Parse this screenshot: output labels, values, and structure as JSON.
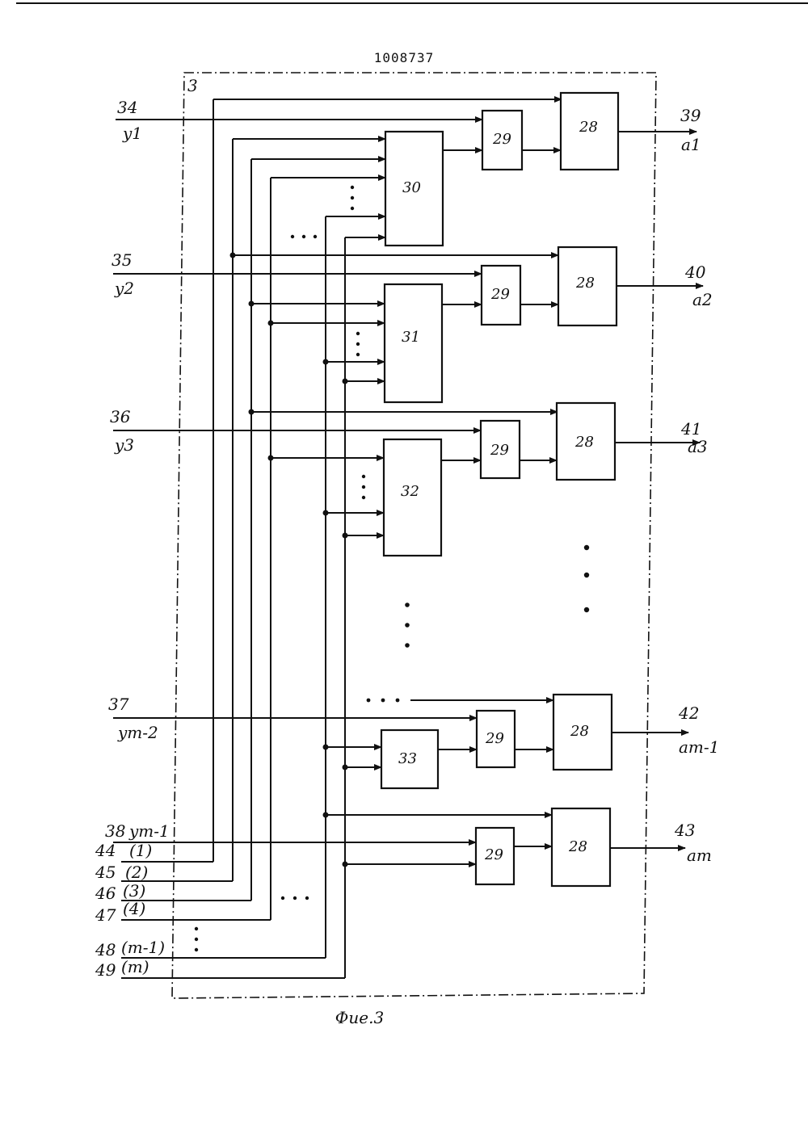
{
  "header": {
    "patent_number": "1008737"
  },
  "frame": {
    "label": "3"
  },
  "blocks": {
    "b28": "28",
    "b29": "29",
    "b30": "30",
    "b31": "31",
    "b32": "32",
    "b33": "33"
  },
  "inputs": [
    {
      "num": "34",
      "sym": "y1"
    },
    {
      "num": "35",
      "sym": "y2"
    },
    {
      "num": "36",
      "sym": "y3"
    },
    {
      "num": "37",
      "sym": "ym-2"
    },
    {
      "num": "38",
      "sym": "ym-1"
    }
  ],
  "control_inputs": [
    {
      "num": "44",
      "sym": "(1)"
    },
    {
      "num": "45",
      "sym": "(2)"
    },
    {
      "num": "46",
      "sym": "(3)"
    },
    {
      "num": "47",
      "sym": "(4)"
    },
    {
      "num": "48",
      "sym": "(m-1)"
    },
    {
      "num": "49",
      "sym": "(m)"
    }
  ],
  "outputs": [
    {
      "num": "39",
      "sym": "a1"
    },
    {
      "num": "40",
      "sym": "a2"
    },
    {
      "num": "41",
      "sym": "a3"
    },
    {
      "num": "42",
      "sym": "am-1"
    },
    {
      "num": "43",
      "sym": "am"
    }
  ],
  "caption": "Фие.3"
}
